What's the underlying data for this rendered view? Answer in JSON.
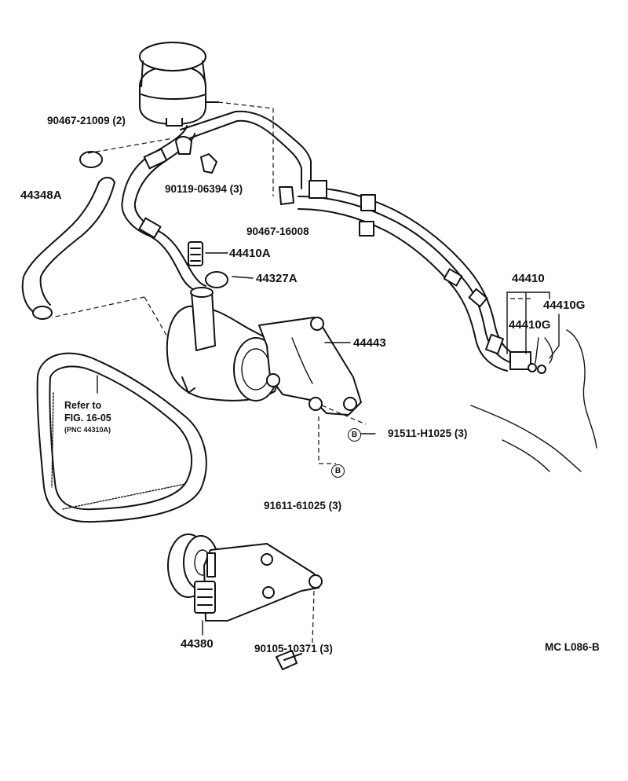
{
  "parts": {
    "p_90467_21009": "90467-21009 (2)",
    "p_44348A": "44348A",
    "p_90119_06394": "90119-06394 (3)",
    "p_90467_16008": "90467-16008",
    "p_44410A": "44410A",
    "p_44327A": "44327A",
    "p_44410": "44410",
    "p_44410G_a": "44410G",
    "p_44410G_b": "44410G",
    "p_44443": "44443",
    "p_91511_H1025": "91511-H1025 (3)",
    "p_91611_61025": "91611-61025 (3)",
    "p_44380": "44380",
    "p_90105_10371": "90105-10371 (3)"
  },
  "refer": {
    "line1": "Refer to",
    "line2": "FIG. 16-05",
    "line3": "(PNC 44310A)"
  },
  "markers": {
    "b1": "B",
    "b2": "B"
  },
  "code": "MC L086-B"
}
